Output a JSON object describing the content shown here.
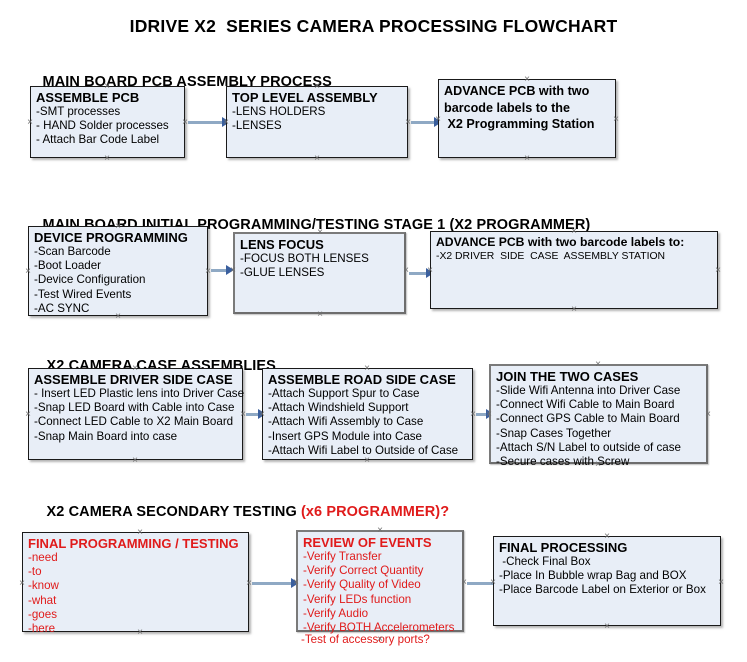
{
  "document": {
    "title": "IDRIVE X2  SERIES CAMERA PROCESSING FLOWCHART"
  },
  "theme": {
    "box_fill": "#e8eef7",
    "box_border": "#1a1a1a",
    "box_border_alt": "#6d6d6d",
    "connector": "#8fa9c4",
    "arrowhead": "#3a5f9e",
    "accent_red": "#e01b1b",
    "text": "#000000",
    "background": "#ffffff"
  },
  "sections": [
    {
      "heading": "MAIN BOARD PCB ASSEMBLY PROCESS",
      "heading_accent": "",
      "nodes": [
        {
          "id": "assemble-pcb",
          "title": "ASSEMBLE PCB",
          "lines": [
            "-SMT processes",
            "- HAND Solder processes",
            "- Attach Bar Code Label"
          ]
        },
        {
          "id": "top-level-assembly",
          "title": "TOP LEVEL ASSEMBLY",
          "lines": [
            "-LENS HOLDERS",
            "-LENSES"
          ]
        },
        {
          "id": "advance-pcb-programming-station",
          "title": "",
          "lines": [
            "ADVANCE PCB with two",
            "barcode labels to the",
            " X2 Programming Station"
          ]
        }
      ]
    },
    {
      "heading": "MAIN BOARD INITIAL PROGRAMMING/TESTING STAGE 1 (X2 PROGRAMMER)",
      "heading_accent": "",
      "nodes": [
        {
          "id": "device-programming",
          "title": "DEVICE PROGRAMMING",
          "lines": [
            "-Scan Barcode",
            "-Boot Loader",
            "-Device Configuration",
            "-Test Wired Events",
            "-AC SYNC"
          ]
        },
        {
          "id": "lens-focus",
          "title": "LENS FOCUS",
          "lines": [
            "-FOCUS BOTH LENSES",
            "-GLUE LENSES"
          ]
        },
        {
          "id": "advance-pcb-driver-side-case",
          "title": "ADVANCE PCB with two barcode labels to:",
          "lines": [
            "-X2 DRIVER  SIDE  CASE  ASSEMBLY STATION"
          ]
        }
      ]
    },
    {
      "heading": "X2 CAMERA CASE ASSEMBLIES",
      "heading_accent": "",
      "nodes": [
        {
          "id": "assemble-driver-side-case",
          "title": "ASSEMBLE DRIVER SIDE CASE",
          "lines": [
            "- Insert LED Plastic lens into Driver Case",
            "-Snap LED Board with Cable into Case",
            "-Connect LED Cable to X2 Main Board",
            "-Snap Main Board into case"
          ]
        },
        {
          "id": "assemble-road-side-case",
          "title": "ASSEMBLE ROAD SIDE CASE",
          "lines": [
            "-Attach Support Spur to Case",
            "-Attach Windshield Support",
            "-Attach Wifi Assembly to Case",
            "-Insert GPS Module into Case",
            "-Attach Wifi Label to Outside of Case"
          ]
        },
        {
          "id": "join-the-two-cases",
          "title": "JOIN THE TWO CASES",
          "lines": [
            "-Slide Wifi Antenna into Driver Case",
            "-Connect Wifi Cable to Main Board",
            "-Connect GPS Cable to Main Board",
            "-Snap Cases Together",
            "-Attach S/N Label to outside of case",
            "-Secure cases with Screw"
          ]
        }
      ]
    },
    {
      "heading": "X2 CAMERA SECONDARY TESTING ",
      "heading_accent": "(x6 PROGRAMMER)?",
      "nodes": [
        {
          "id": "final-programming-testing",
          "title": "FINAL PROGRAMMING / TESTING",
          "lines": [
            "-need",
            "-to",
            "-know",
            "-what",
            "-goes",
            "-here"
          ]
        },
        {
          "id": "review-of-events",
          "title": "REVIEW OF EVENTS",
          "lines": [
            "-Verify Transfer",
            "-Verify Correct Quantity",
            "-Verify Quality of Video",
            "-Verify LEDs function",
            "-Verify Audio",
            "-Verify BOTH Accelerometers"
          ],
          "overflow_line": "-Test of accessory ports?"
        },
        {
          "id": "final-processing",
          "title": "FINAL PROCESSING",
          "lines": [
            " -Check Final Box",
            "-Place In Bubble wrap Bag and BOX",
            "-Place Barcode Label on Exterior or Box"
          ]
        }
      ]
    }
  ]
}
